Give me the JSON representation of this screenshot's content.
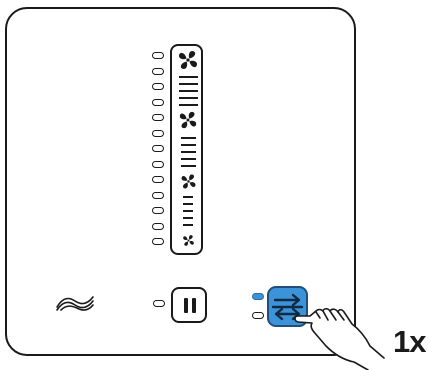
{
  "fan_speed_panel": {
    "fan_icons": [
      "fan-high-icon",
      "fan-medium-icon",
      "fan-low-icon",
      "fan-min-icon"
    ],
    "led_count": 13
  },
  "controls": {
    "heat_recovery_icon": "heat-recovery-icon",
    "pause_icon": "pause-icon",
    "mode_icon": "airflow-direction-icon",
    "mode_leds": [
      {
        "state": "on"
      },
      {
        "state": "off"
      }
    ],
    "active_color": "#3d93d8"
  },
  "instruction": {
    "press_count": "1x",
    "gesture_icon": "pointing-hand-icon"
  }
}
